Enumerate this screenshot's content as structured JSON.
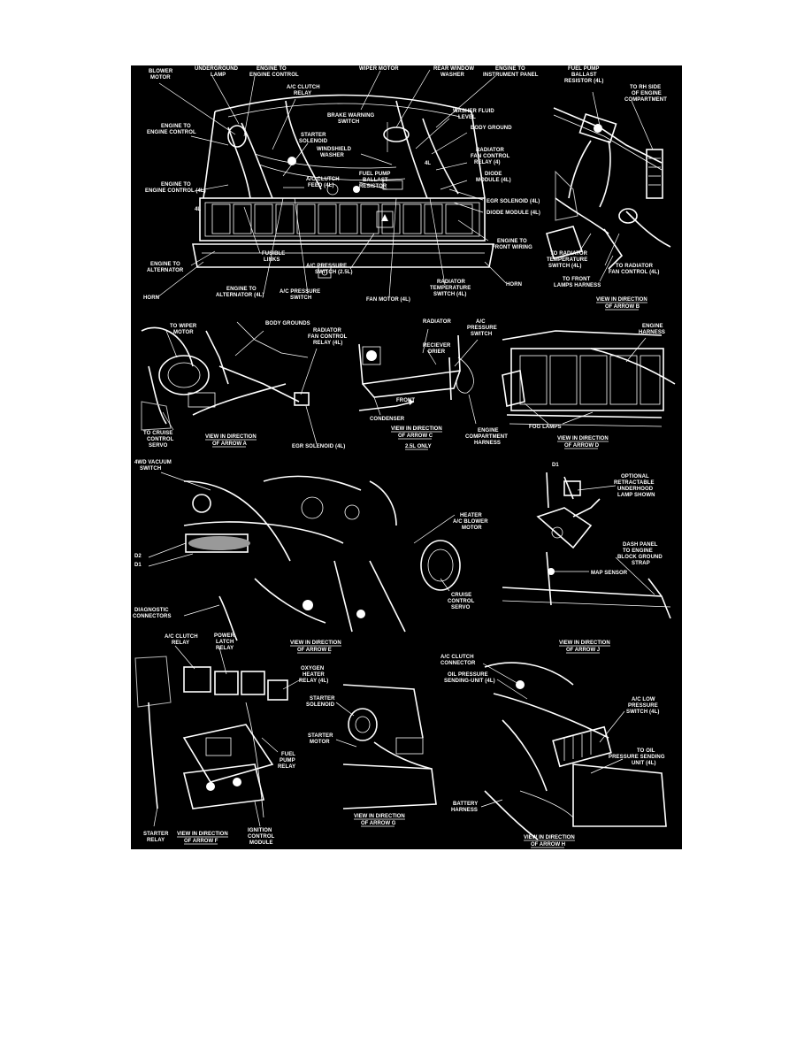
{
  "panels": {
    "main": {
      "labels": [
        "BLOWER",
        "MOTOR",
        "UNDERGROUND",
        "LAMP",
        "ENGINE TO",
        "ENGINE CONTROL",
        "A/C CLUTCH",
        "RELAY",
        "WIPER MOTOR",
        "REAR WINDOW",
        "WASHER",
        "ENGINE TO",
        "INSTRUMENT PANEL",
        "BRAKE WARNING",
        "SWITCH",
        "WASHER FLUID",
        "LEVEL",
        "BODY GROUND",
        "ENGINE TO",
        "ENGINE CONTROL",
        "STARTER",
        "SOLENOID",
        "WINDSHIELD",
        "WASHER",
        "RADIATOR",
        "FAN CONTROL",
        "RELAY (4)",
        "DIODE",
        "MODULE (4L)",
        "ENGINE TO",
        "ENGINE CONTROL (4L)",
        "A/C CLUTCH",
        "FEED (4L)",
        "FUEL PUMP",
        "BALLAST",
        "RESISTOR",
        "EGR SOLENOID (4L)",
        "DIODE MODULE (4L)",
        "4L",
        "4L",
        "ENGINE TO",
        "FRONT WIRING",
        "FUSIBLE",
        "LINKS",
        "ENGINE TO",
        "ALTERNATOR",
        "A/C PRESSURE",
        "SWITCH (2.5L)",
        "HORN",
        "HORN",
        "ENGINE TO",
        "ALTERNATOR (4L)",
        "A/C PRESSURE",
        "SWITCH",
        "FAN MOTOR (4L)",
        "RADIATOR",
        "TEMPERATURE",
        "SWITCH (4L)"
      ]
    },
    "arrow_b": {
      "labels": [
        "FUEL PUMP",
        "BALLAST",
        "RESISTOR (4L)",
        "TO RH SIDE",
        "OF ENGINE",
        "COMPARTMENT",
        "TO RADIATOR",
        "TEMPERATURE",
        "SWITCH (4L)",
        "TO RADIATOR",
        "FAN CONTROL (4L)",
        "TO FRONT",
        "LAMPS HARNESS"
      ],
      "caption": [
        "VIEW IN DIRECTION",
        "OF ARROW B"
      ]
    },
    "arrow_a": {
      "labels": [
        "TO WIPER",
        "MOTOR",
        "BODY GROUNDS",
        "RADIATOR",
        "FAN CONTROL",
        "RELAY (4L)",
        "TO CRUISE",
        "CONTROL",
        "SERVO",
        "EGR SOLENOID (4L)"
      ],
      "caption": [
        "VIEW IN DIRECTION",
        "OF ARROW A"
      ]
    },
    "arrow_c": {
      "labels": [
        "RADIATOR",
        "A/C",
        "PRESSURE",
        "SWITCH",
        "RECIEVER",
        "DRIER",
        "FRONT",
        "CONDENSER",
        "ENGINE",
        "COMPARTMENT",
        "HARNESS"
      ],
      "caption": [
        "VIEW IN DIRECTION",
        "OF ARROW C",
        "2.5L ONLY"
      ]
    },
    "arrow_d": {
      "labels": [
        "ENGINE",
        "HARNESS",
        "FOG LAMPS"
      ],
      "caption": [
        "VIEW IN DIRECTION",
        "OF ARROW D"
      ]
    },
    "arrow_e": {
      "labels": [
        "4WD VACUUM",
        "SWITCH",
        "HEATER",
        "A/C BLOWER",
        "MOTOR",
        "D2",
        "D1",
        "CRUISE",
        "CONTROL",
        "SERVO",
        "DIAGNOSTIC",
        "CONNECTORS"
      ],
      "caption": [
        "VIEW IN DIRECTION",
        "OF ARROW E"
      ]
    },
    "arrow_j": {
      "labels": [
        "D1",
        "OPTIONAL",
        "RETRACTABLE",
        "UNDERHOOD",
        "LAMP SHOWN",
        "DASH PANEL",
        "TO ENGINE",
        "BLOCK GROUND",
        "STRAP",
        "MAP SENSOR"
      ],
      "caption": [
        "VIEW IN DIRECTION",
        "OF ARROW J"
      ]
    },
    "arrow_f": {
      "labels": [
        "A/C CLUTCH",
        "RELAY",
        "POWER",
        "LATCH",
        "RELAY",
        "OXYGEN",
        "HEATER",
        "RELAY (4L)",
        "FUEL",
        "PUMP",
        "RELAY",
        "STARTER",
        "RELAY",
        "IGNITION",
        "CONTROL",
        "MODULE"
      ],
      "caption": [
        "VIEW IN DIRECTION",
        "OF ARROW F"
      ]
    },
    "arrow_g": {
      "labels": [
        "STARTER",
        "SOLENOID",
        "STARTER",
        "MOTOR"
      ],
      "caption": [
        "VIEW IN DIRECTION",
        "OF ARROW G"
      ]
    },
    "arrow_h": {
      "labels": [
        "A/C CLUTCH",
        "CONNECTOR",
        "OIL PRESSURE",
        "SENDING-UNIT (4L)",
        "A/C LOW",
        "PRESSURE",
        "SWITCH (4L)",
        "TO OIL",
        "PRESSURE SENDING",
        "UNIT (4L)",
        "BATTERY",
        "HARNESS"
      ],
      "caption": [
        "VIEW IN DIRECTION",
        "OF ARROW H"
      ]
    }
  }
}
